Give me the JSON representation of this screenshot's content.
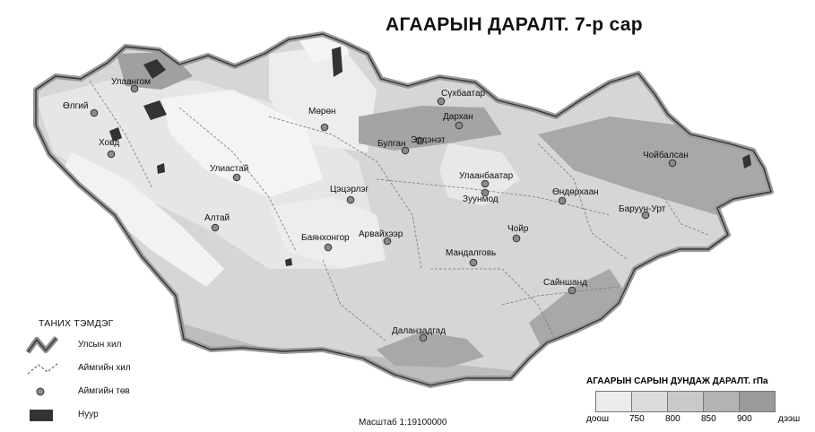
{
  "title": "АГААРЫН ДАРАЛТ. 7-р сар",
  "scale_text": "Масштаб 1:19100000",
  "legend": {
    "title": "ТАНИХ ТЭМДЭГ",
    "items": [
      {
        "label": "Улсын хил",
        "icon": "national-border-icon"
      },
      {
        "label": "Аймгийн хил",
        "icon": "province-border-icon"
      },
      {
        "label": "Аймгийн төв",
        "icon": "province-center-icon"
      },
      {
        "label": "Нуур",
        "icon": "lake-icon"
      }
    ]
  },
  "pressure_legend": {
    "title": "АГААРЫН САРЫН ДУНДАЖ ДАРАЛТ. гПа",
    "labels": [
      "доош",
      "750",
      "800",
      "850",
      "900",
      "дээш"
    ],
    "colors": [
      "#ececec",
      "#dcdcdc",
      "#c9c9c9",
      "#b3b3b3",
      "#9a9a9a"
    ]
  },
  "cities": [
    {
      "name": "Улаангом"
    },
    {
      "name": "Өлгий"
    },
    {
      "name": "Ховд"
    },
    {
      "name": "Улиастай"
    },
    {
      "name": "Алтай"
    },
    {
      "name": "Мөрөн"
    },
    {
      "name": "Цэцэрлэг"
    },
    {
      "name": "Баянхонгор"
    },
    {
      "name": "Арвайхээр"
    },
    {
      "name": "Сүхбаатар"
    },
    {
      "name": "Дархан"
    },
    {
      "name": "Эрдэнэт"
    },
    {
      "name": "Булган"
    },
    {
      "name": "Улаанбаатар"
    },
    {
      "name": "Зуунмод"
    },
    {
      "name": "Өндөрхаан"
    },
    {
      "name": "Чойбалсан"
    },
    {
      "name": "Баруун-Урт"
    },
    {
      "name": "Чойр"
    },
    {
      "name": "Мандалговь"
    },
    {
      "name": "Сайншанд"
    },
    {
      "name": "Даланзадгад"
    }
  ]
}
